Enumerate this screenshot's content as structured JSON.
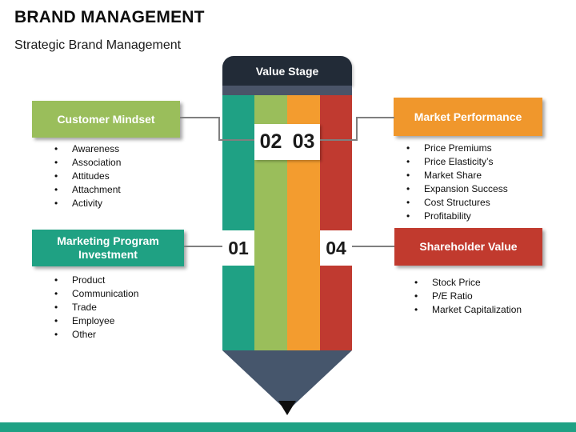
{
  "slide": {
    "title": "BRAND MANAGEMENT",
    "subtitle": "Strategic Brand Management"
  },
  "pencil": {
    "header_label": "Value Stage",
    "header_color": "#222B37",
    "ferrule_color": "#4A5468",
    "tip_color": "#46566C",
    "stages": [
      {
        "number": "01",
        "color": "#1FA184"
      },
      {
        "number": "02",
        "color": "#9ABE5B"
      },
      {
        "number": "03",
        "color": "#F39C2F"
      },
      {
        "number": "04",
        "color": "#C03A30"
      }
    ]
  },
  "sections": [
    {
      "title": "Customer Mindset",
      "color": "#9ABE5B",
      "items": [
        "Awareness",
        "Association",
        "Attitudes",
        "Attachment",
        "Activity"
      ]
    },
    {
      "title": "Marketing Program Investment",
      "color": "#1FA183",
      "items": [
        "Product",
        "Communication",
        "Trade",
        "Employee",
        "Other"
      ]
    },
    {
      "title": "Market Performance",
      "color": "#F0972C",
      "items": [
        "Price Premiums",
        "Price Elasticity’s",
        "Market Share",
        "Expansion Success",
        "Cost Structures",
        "Profitability"
      ]
    },
    {
      "title": "Shareholder Value",
      "color": "#C13A2E",
      "items": [
        "Stock Price",
        "P/E Ratio",
        "Market Capitalization"
      ]
    }
  ],
  "footer": {
    "accent_color": "#1FA184"
  },
  "connector_color": "#7F7F7F"
}
